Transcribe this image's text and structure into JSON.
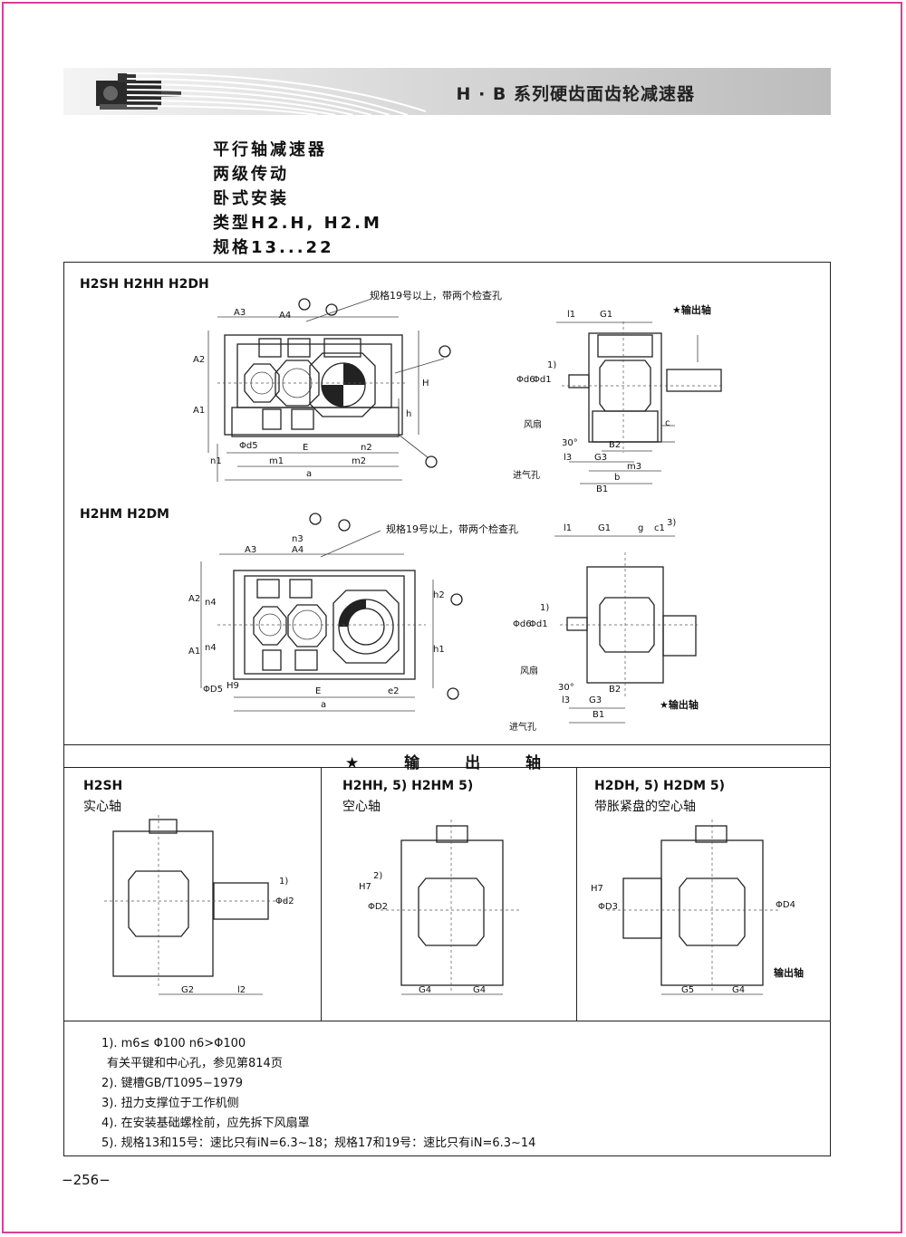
{
  "header": {
    "title": "H · B 系列硬齿面齿轮减速器"
  },
  "spec_lines": [
    "平行轴减速器",
    "两级传动",
    "卧式安装",
    "类型H2.H, H2.M",
    "规格13...22"
  ],
  "diagram1": {
    "title": "H2SH  H2HH  H2DH",
    "note": "规格19号以上，带两个检查孔",
    "output_shaft": "★输出轴",
    "labels": {
      "A3": "A3",
      "A4": "A4",
      "A2": "A2",
      "A1": "A1",
      "H": "H",
      "h": "h",
      "phid5": "Φd5",
      "E": "E",
      "n2": "n2",
      "n1": "n1",
      "m1": "m1",
      "m2": "m2",
      "a": "a",
      "l1": "l1",
      "G1": "G1",
      "phid6": "Φd6",
      "phid1": "Φd1",
      "fan": "风扇",
      "c": "c",
      "B2": "B2",
      "l3": "l3",
      "G3": "G3",
      "m3": "m3",
      "b": "b",
      "B1": "B1",
      "inlet": "进气孔",
      "angle": "30°",
      "fn1": "1)"
    }
  },
  "diagram2": {
    "title": "H2HM  H2DM",
    "note": "规格19号以上，带两个检查孔",
    "output_shaft": "★输出轴",
    "labels": {
      "n3": "n3",
      "A3": "A3",
      "A4": "A4",
      "A2": "A2",
      "A1": "A1",
      "n4a": "n4",
      "n4b": "n4",
      "h2": "h2",
      "h1": "h1",
      "phiD5": "ΦD5",
      "H9": "H9",
      "E": "E",
      "e2": "e2",
      "a": "a",
      "l1": "l1",
      "G1": "G1",
      "g": "g",
      "c1": "c1",
      "fn3": "3)",
      "phid6": "Φd6",
      "phid1": "Φd1",
      "fan": "风扇",
      "B2": "B2",
      "l3": "l3",
      "G3": "G3",
      "B1": "B1",
      "inlet": "进气孔",
      "angle": "30°",
      "fn1": "1)"
    }
  },
  "output_section": {
    "heading": "★ 输 出 轴",
    "panels": [
      {
        "title": "H2SH",
        "subtitle": "实心轴",
        "labels": [
          "1)",
          "Φd2",
          "G2",
          "l2"
        ]
      },
      {
        "title": "H2HH, 5) H2HM 5)",
        "subtitle": "空心轴",
        "labels": [
          "H7",
          "2)",
          "ΦD2",
          "G4",
          "G4"
        ]
      },
      {
        "title": "H2DH, 5) H2DM 5)",
        "subtitle": "带胀紧盘的空心轴",
        "labels": [
          "H7",
          "ΦD3",
          "ΦD4",
          "输出轴",
          "G5",
          "G4"
        ]
      }
    ]
  },
  "notes": [
    "1). m6≤ Φ100  n6>Φ100",
    "   有关平键和中心孔，参见第814页",
    "2). 键槽GB/T1095−1979",
    "3). 扭力支撑位于工作机侧",
    "4). 在安装基础螺栓前，应先拆下风扇罩",
    "5). 规格13和15号：速比只有iN=6.3~18；规格17和19号：速比只有iN=6.3~14"
  ],
  "page_number": "−256−"
}
